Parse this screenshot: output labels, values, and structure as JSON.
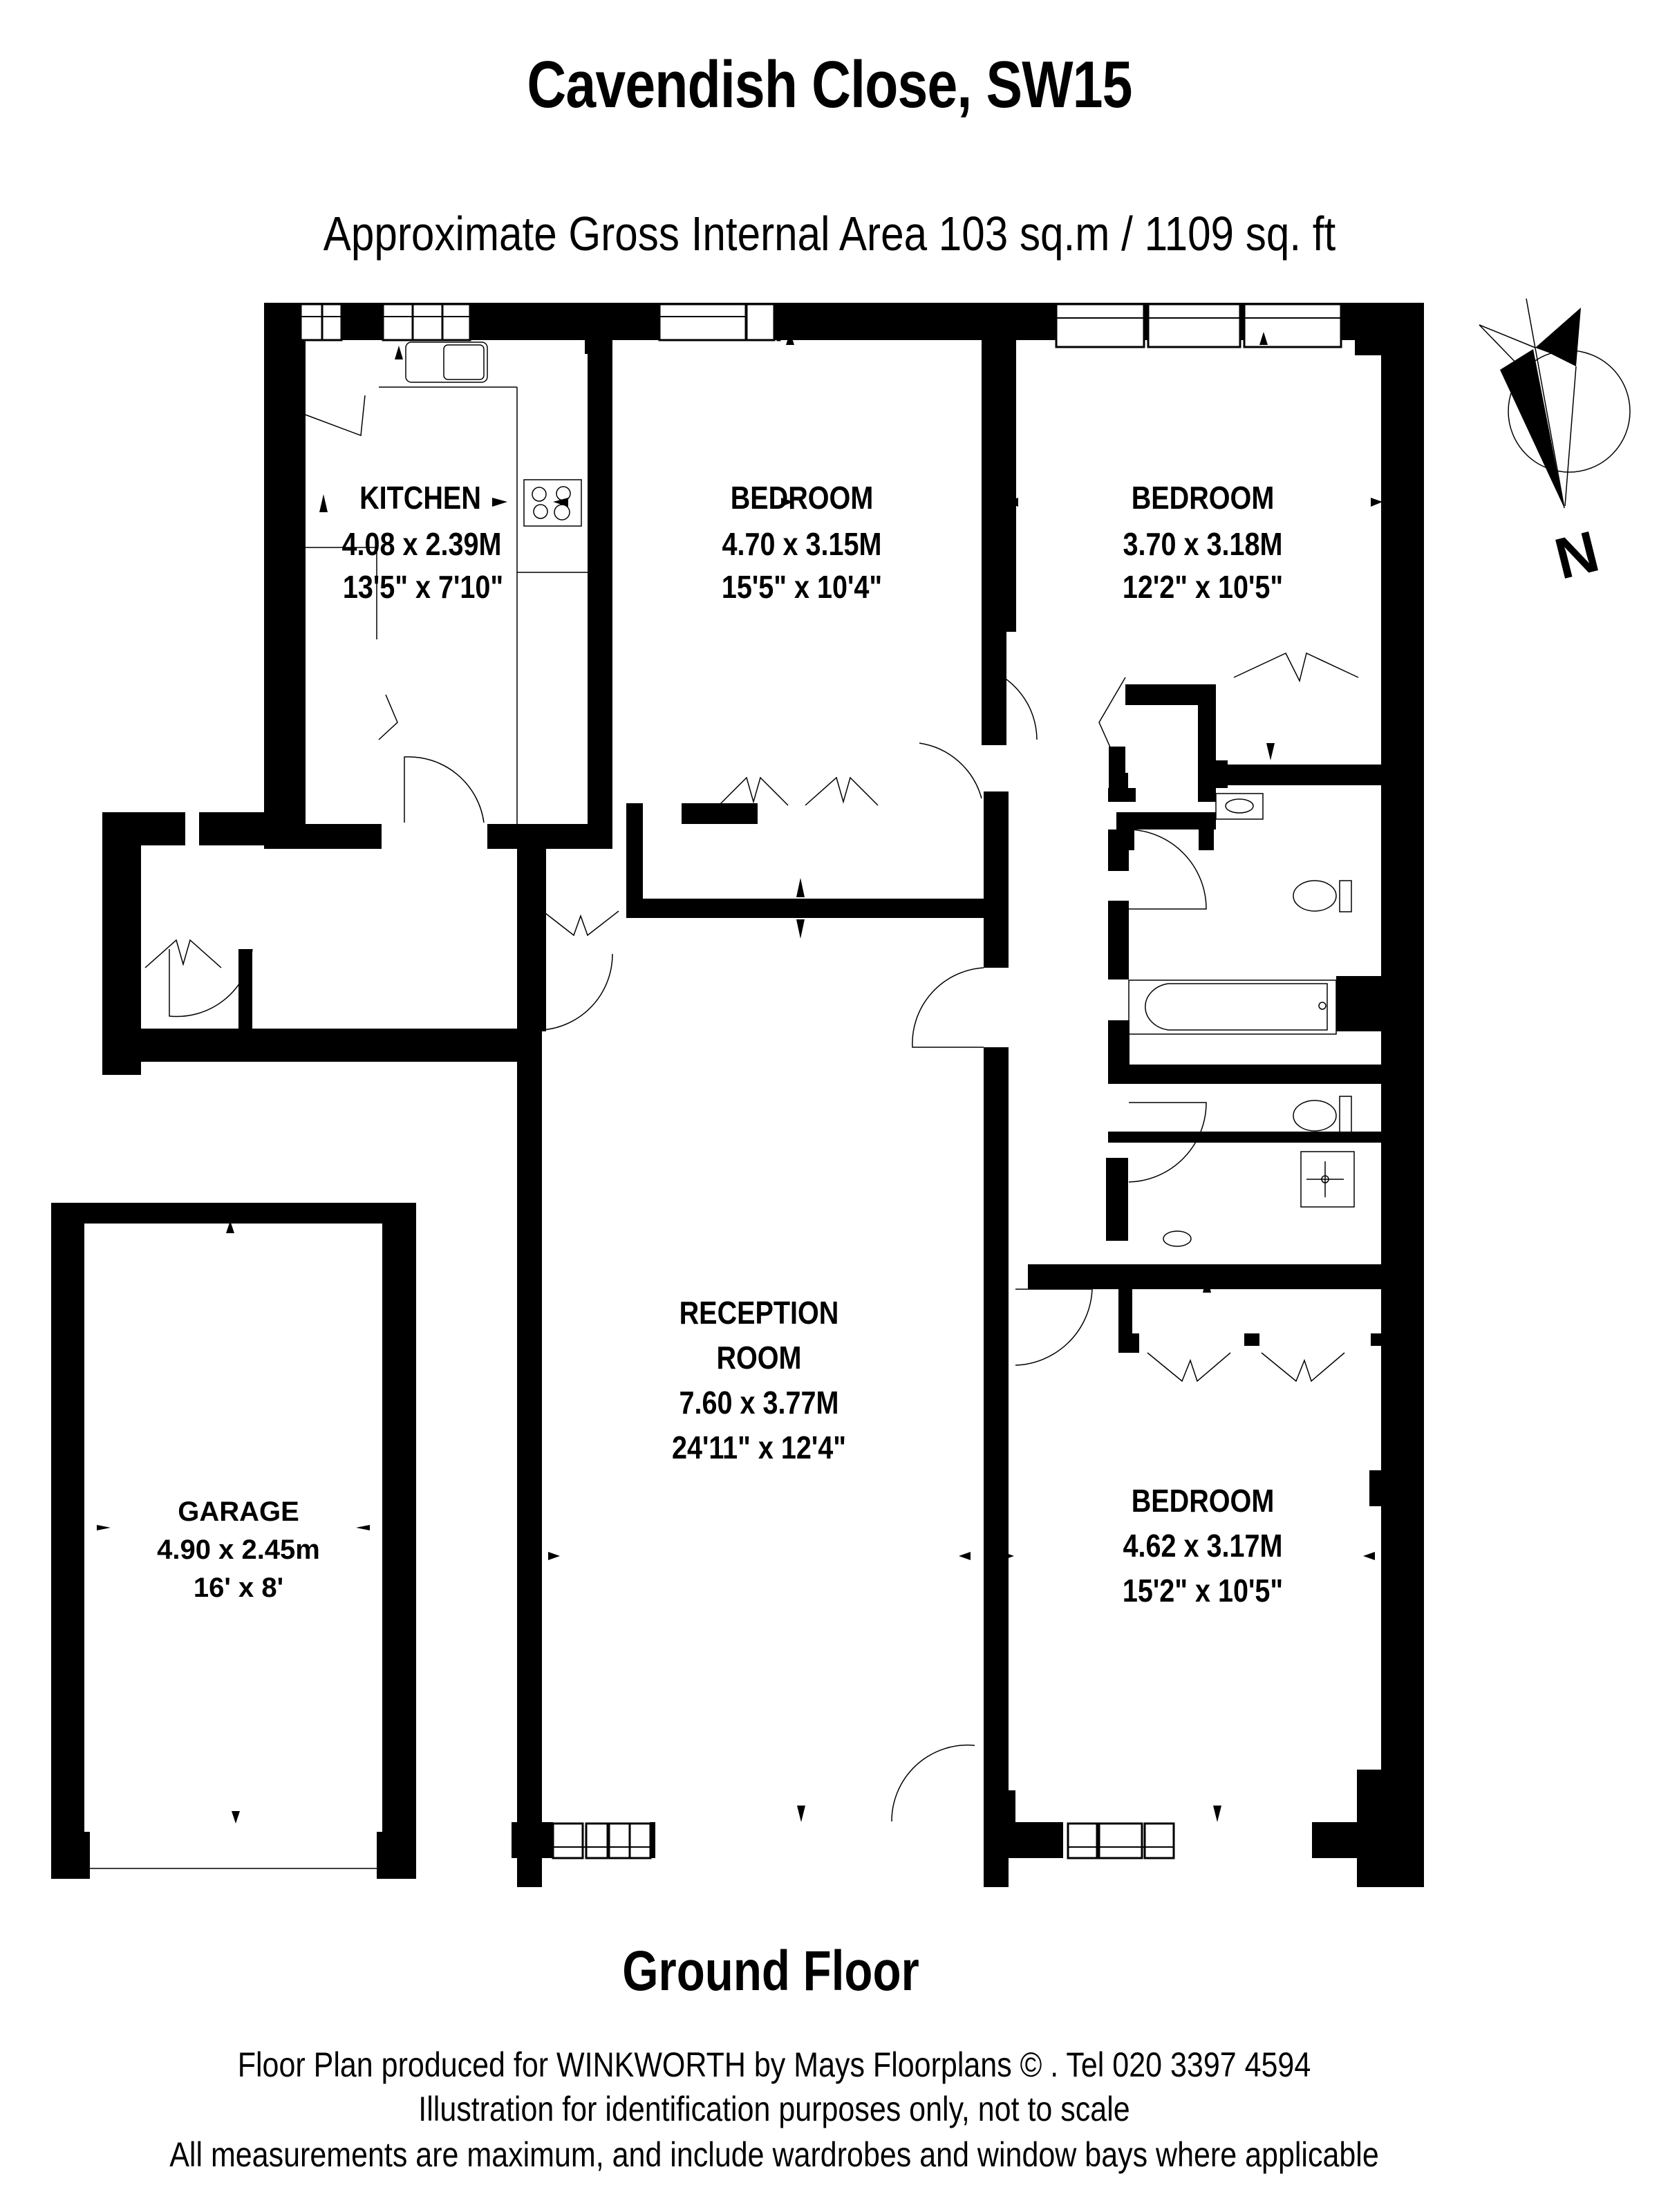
{
  "header": {
    "title": "Cavendish Close, SW15",
    "area": "Approximate Gross Internal Area 103 sq.m  /  1109 sq. ft"
  },
  "compass": {
    "label": "N"
  },
  "rooms": {
    "kitchen": {
      "name": "KITCHEN",
      "metric": "4.08 x 2.39M",
      "imperial": "13'5\" x 7'10\""
    },
    "bedroom1": {
      "name": "BEDROOM",
      "metric": "4.70 x 3.15M",
      "imperial": "15'5\" x 10'4\""
    },
    "bedroom2": {
      "name": "BEDROOM",
      "metric": "3.70 x 3.18M",
      "imperial": "12'2\" x 10'5\""
    },
    "reception": {
      "name_line1": "RECEPTION",
      "name_line2": "ROOM",
      "metric": "7.60 x 3.77M",
      "imperial": "24'11\" x 12'4\""
    },
    "bedroom3": {
      "name": "BEDROOM",
      "metric": "4.62 x 3.17M",
      "imperial": "15'2\" x 10'5\""
    },
    "garage": {
      "name": "GARAGE",
      "metric": "4.90 x 2.45m",
      "imperial": "16' x 8'"
    }
  },
  "floor_label": "Ground Floor",
  "footer": {
    "line1": "Floor Plan produced for WINKWORTH by Mays Floorplans  © . Tel 020 3397 4594",
    "line2": "Illustration for identification purposes only, not to scale",
    "line3": "All measurements are maximum, and include wardrobes and window bays where applicable"
  },
  "colors": {
    "wall": "#000000",
    "background": "#ffffff"
  }
}
